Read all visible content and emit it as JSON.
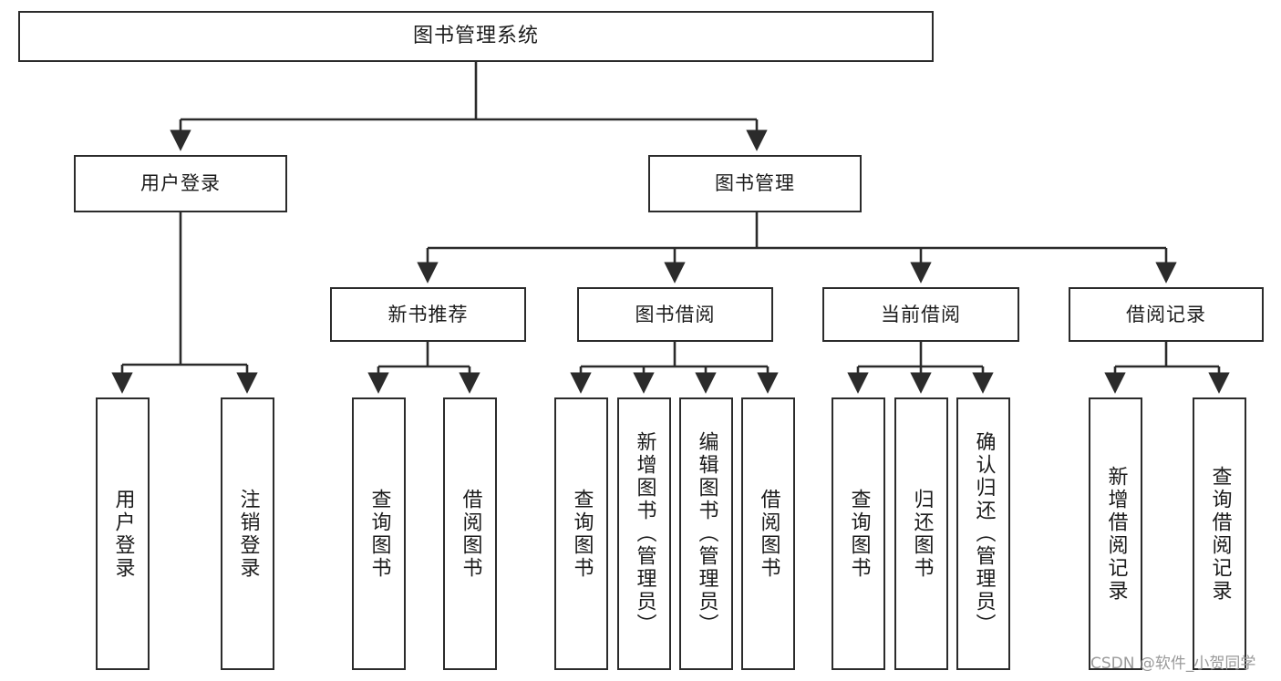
{
  "diagram": {
    "type": "tree-hierarchy",
    "root": {
      "id": "root",
      "label": "图书管理系统"
    },
    "level2": [
      {
        "id": "user-login",
        "label": "用户登录"
      },
      {
        "id": "book-management",
        "label": "图书管理"
      }
    ],
    "level3": [
      {
        "id": "new-book-recommend",
        "label": "新书推荐",
        "parent": "book-management"
      },
      {
        "id": "book-borrow",
        "label": "图书借阅",
        "parent": "book-management"
      },
      {
        "id": "current-borrow",
        "label": "当前借阅",
        "parent": "book-management"
      },
      {
        "id": "borrow-record",
        "label": "借阅记录",
        "parent": "book-management"
      }
    ],
    "leaves": [
      {
        "id": "leaf-user-login",
        "label": "用户登录",
        "parent": "user-login"
      },
      {
        "id": "leaf-logout-login",
        "label": "注销登录",
        "parent": "user-login"
      },
      {
        "id": "leaf-query-book-1",
        "label": "查询图书",
        "parent": "new-book-recommend"
      },
      {
        "id": "leaf-borrow-book-1",
        "label": "借阅图书",
        "parent": "new-book-recommend"
      },
      {
        "id": "leaf-query-book-2",
        "label": "查询图书",
        "parent": "book-borrow"
      },
      {
        "id": "leaf-add-book",
        "label": "新增图书（管理员）",
        "parent": "book-borrow"
      },
      {
        "id": "leaf-edit-book",
        "label": "编辑图书（管理员）",
        "parent": "book-borrow"
      },
      {
        "id": "leaf-borrow-book-2",
        "label": "借阅图书",
        "parent": "book-borrow"
      },
      {
        "id": "leaf-query-book-3",
        "label": "查询图书",
        "parent": "current-borrow"
      },
      {
        "id": "leaf-return-book",
        "label": "归还图书",
        "parent": "current-borrow"
      },
      {
        "id": "leaf-confirm-return",
        "label": "确认归还（管理员）",
        "parent": "current-borrow"
      },
      {
        "id": "leaf-add-record",
        "label": "新增借阅记录",
        "parent": "borrow-record"
      },
      {
        "id": "leaf-query-record",
        "label": "查询借阅记录",
        "parent": "borrow-record"
      }
    ]
  },
  "watermark": {
    "text": "CSDN @软件_小贺同学"
  },
  "colors": {
    "box_border": "#2b2b2b",
    "box_fill": "#ffffff",
    "edge": "#2b2b2b",
    "text": "#1b1b1b",
    "watermark": "#9a9a9a",
    "background": "#ffffff"
  }
}
